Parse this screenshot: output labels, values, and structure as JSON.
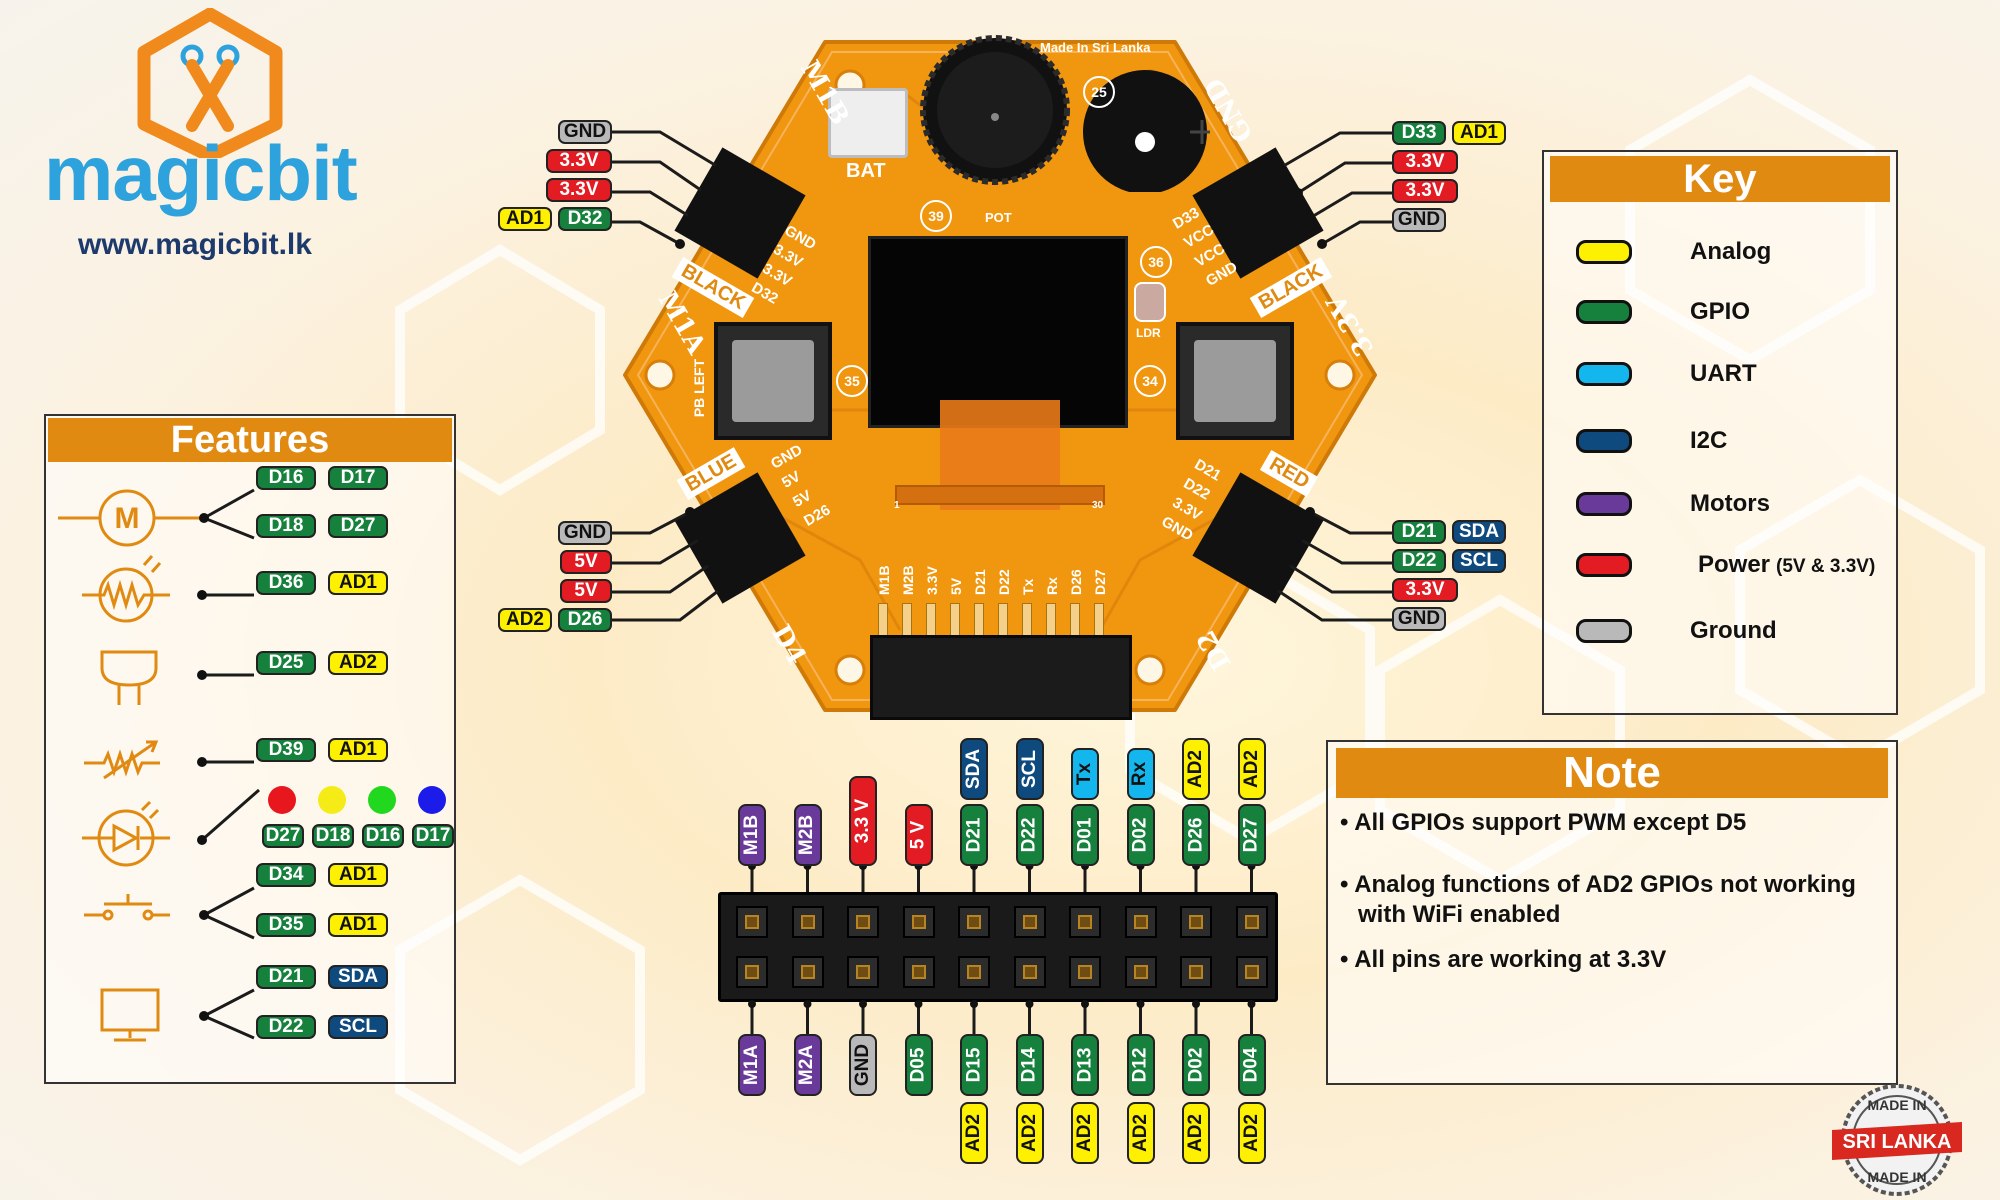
{
  "brand": {
    "logo_word": "magicbit",
    "website": "www.magicbit.lk"
  },
  "board": {
    "made_in": "Made In Sri Lanka",
    "battery_label": "BAT",
    "pot_label": "POT",
    "ldr_label": "LDR",
    "pb_left_label": "PB LEFT",
    "port_labels": {
      "m1b": "M1B",
      "m1a": "M1A",
      "gnd": "GND",
      "v33": "3.3V",
      "d4": "D4",
      "d2": "D2"
    },
    "connector_labels": {
      "black_left": "BLACK",
      "black_right": "BLACK",
      "blue": "BLUE",
      "red": "RED"
    },
    "pin_numbers": {
      "n25": "25",
      "n39": "39",
      "n36": "36",
      "n35": "35",
      "n34": "34"
    },
    "connector_pins": {
      "top_left": [
        "GND",
        "3.3V",
        "3.3V",
        "D32"
      ],
      "top_right": [
        "D33",
        "VCC",
        "VCC",
        "GND"
      ],
      "bottom_left": [
        "GND",
        "5V",
        "5V",
        "D26"
      ],
      "bottom_right": [
        "D21",
        "D22",
        "3.3V",
        "GND"
      ]
    },
    "header_silk": [
      "M1B",
      "M2B",
      "3.3V",
      "5V",
      "D21",
      "D22",
      "Tx",
      "Rx",
      "D26",
      "D27"
    ],
    "fpc_start": "1",
    "fpc_end": "30"
  },
  "left_pins": {
    "top": [
      {
        "labels": [
          "GND"
        ],
        "colors": [
          "grey"
        ]
      },
      {
        "labels": [
          "3.3V"
        ],
        "colors": [
          "red"
        ]
      },
      {
        "labels": [
          "3.3V"
        ],
        "colors": [
          "red"
        ]
      },
      {
        "labels": [
          "AD1",
          "D32"
        ],
        "colors": [
          "yellow",
          "green"
        ]
      }
    ],
    "bottom": [
      {
        "labels": [
          "GND"
        ],
        "colors": [
          "grey"
        ]
      },
      {
        "labels": [
          "5V"
        ],
        "colors": [
          "red"
        ]
      },
      {
        "labels": [
          "5V"
        ],
        "colors": [
          "red"
        ]
      },
      {
        "labels": [
          "AD2",
          "D26"
        ],
        "colors": [
          "yellow",
          "green"
        ]
      }
    ]
  },
  "right_pins": {
    "top": [
      {
        "labels": [
          "D33",
          "AD1"
        ],
        "colors": [
          "green",
          "yellow"
        ]
      },
      {
        "labels": [
          "3.3V"
        ],
        "colors": [
          "red"
        ]
      },
      {
        "labels": [
          "3.3V"
        ],
        "colors": [
          "red"
        ]
      },
      {
        "labels": [
          "GND"
        ],
        "colors": [
          "grey"
        ]
      }
    ],
    "bottom": [
      {
        "labels": [
          "D21",
          "SDA"
        ],
        "colors": [
          "green",
          "navy"
        ]
      },
      {
        "labels": [
          "D22",
          "SCL"
        ],
        "colors": [
          "green",
          "navy"
        ]
      },
      {
        "labels": [
          "3.3V"
        ],
        "colors": [
          "red"
        ]
      },
      {
        "labels": [
          "GND"
        ],
        "colors": [
          "grey"
        ]
      }
    ]
  },
  "header": {
    "top_row": [
      {
        "labels": [
          "M1B"
        ],
        "colors": [
          "purple"
        ]
      },
      {
        "labels": [
          "M2B"
        ],
        "colors": [
          "purple"
        ]
      },
      {
        "labels": [
          "3.3 V"
        ],
        "colors": [
          "red"
        ]
      },
      {
        "labels": [
          "5 V"
        ],
        "colors": [
          "red"
        ]
      },
      {
        "labels": [
          "D21",
          "SDA"
        ],
        "colors": [
          "green",
          "navy"
        ]
      },
      {
        "labels": [
          "D22",
          "SCL"
        ],
        "colors": [
          "green",
          "navy"
        ]
      },
      {
        "labels": [
          "D01",
          "Tx"
        ],
        "colors": [
          "green",
          "cyan"
        ]
      },
      {
        "labels": [
          "D02",
          "Rx"
        ],
        "colors": [
          "green",
          "cyan"
        ]
      },
      {
        "labels": [
          "D26",
          "AD2"
        ],
        "colors": [
          "green",
          "yellow"
        ]
      },
      {
        "labels": [
          "D27",
          "AD2"
        ],
        "colors": [
          "green",
          "yellow"
        ]
      }
    ],
    "bottom_row": [
      {
        "labels": [
          "M1A"
        ],
        "colors": [
          "purple"
        ]
      },
      {
        "labels": [
          "M2A"
        ],
        "colors": [
          "purple"
        ]
      },
      {
        "labels": [
          "GND"
        ],
        "colors": [
          "grey"
        ]
      },
      {
        "labels": [
          "D05"
        ],
        "colors": [
          "green"
        ]
      },
      {
        "labels": [
          "D15",
          "AD2"
        ],
        "colors": [
          "green",
          "yellow"
        ]
      },
      {
        "labels": [
          "D14",
          "AD2"
        ],
        "colors": [
          "green",
          "yellow"
        ]
      },
      {
        "labels": [
          "D13",
          "AD2"
        ],
        "colors": [
          "green",
          "yellow"
        ]
      },
      {
        "labels": [
          "D12",
          "AD2"
        ],
        "colors": [
          "green",
          "yellow"
        ]
      },
      {
        "labels": [
          "D02",
          "AD2"
        ],
        "colors": [
          "green",
          "yellow"
        ]
      },
      {
        "labels": [
          "D04",
          "AD2"
        ],
        "colors": [
          "green",
          "yellow"
        ]
      }
    ]
  },
  "features": {
    "title": "Features",
    "rows": [
      {
        "icon": "motor-icon",
        "motor_letter": "M",
        "pairs": [
          [
            "D16",
            "D17"
          ],
          [
            "D18",
            "D27"
          ]
        ],
        "colors": [
          [
            "green",
            "green"
          ],
          [
            "green",
            "green"
          ]
        ]
      },
      {
        "icon": "ldr-icon",
        "pairs": [
          [
            "D36",
            "AD1"
          ]
        ],
        "colors": [
          [
            "green",
            "yellow"
          ]
        ]
      },
      {
        "icon": "buzzer-icon",
        "pairs": [
          [
            "D25",
            "AD2"
          ]
        ],
        "colors": [
          [
            "green",
            "yellow"
          ]
        ]
      },
      {
        "icon": "potentiometer-icon",
        "pairs": [
          [
            "D39",
            "AD1"
          ]
        ],
        "colors": [
          [
            "green",
            "yellow"
          ]
        ]
      },
      {
        "icon": "led-icon",
        "leds": [
          {
            "label": "D27",
            "color": "#e8161d"
          },
          {
            "label": "D18",
            "color": "#f5ec17"
          },
          {
            "label": "D16",
            "color": "#22d81f"
          },
          {
            "label": "D17",
            "color": "#1b1bea"
          }
        ]
      },
      {
        "icon": "push-button-icon",
        "pairs": [
          [
            "D34",
            "AD1"
          ],
          [
            "D35",
            "AD1"
          ]
        ],
        "colors": [
          [
            "green",
            "yellow"
          ],
          [
            "green",
            "yellow"
          ]
        ]
      },
      {
        "icon": "display-icon",
        "pairs": [
          [
            "D21",
            "SDA"
          ],
          [
            "D22",
            "SCL"
          ]
        ],
        "colors": [
          [
            "green",
            "navy"
          ],
          [
            "green",
            "navy"
          ]
        ]
      }
    ]
  },
  "key": {
    "title": "Key",
    "items": [
      {
        "label": "Analog",
        "color": "#fdf000"
      },
      {
        "label": "GPIO",
        "color": "#16813c"
      },
      {
        "label": "UART",
        "color": "#14b6ee"
      },
      {
        "label": "I2C",
        "color": "#0e4a7e"
      },
      {
        "label": "Motors",
        "color": "#6a3a9b"
      },
      {
        "label": "Power",
        "suffix": "(5V & 3.3V)",
        "color": "#e31b23"
      },
      {
        "label": "Ground",
        "color": "#b9b9b9"
      }
    ]
  },
  "note": {
    "title": "Note",
    "lines": [
      "All GPIOs support PWM except D5",
      "Analog functions of AD2 GPIOs not working with WiFi enabled",
      "All pins are working at 3.3V"
    ]
  },
  "badge": {
    "top": "MADE IN",
    "middle": "SRI LANKA",
    "bottom": "MADE IN"
  },
  "colors": {
    "board_orange": "#f0960f",
    "accent_orange": "#e08a12",
    "logo_blue": "#2ea2dc",
    "logo_orange": "#f08a1c"
  }
}
